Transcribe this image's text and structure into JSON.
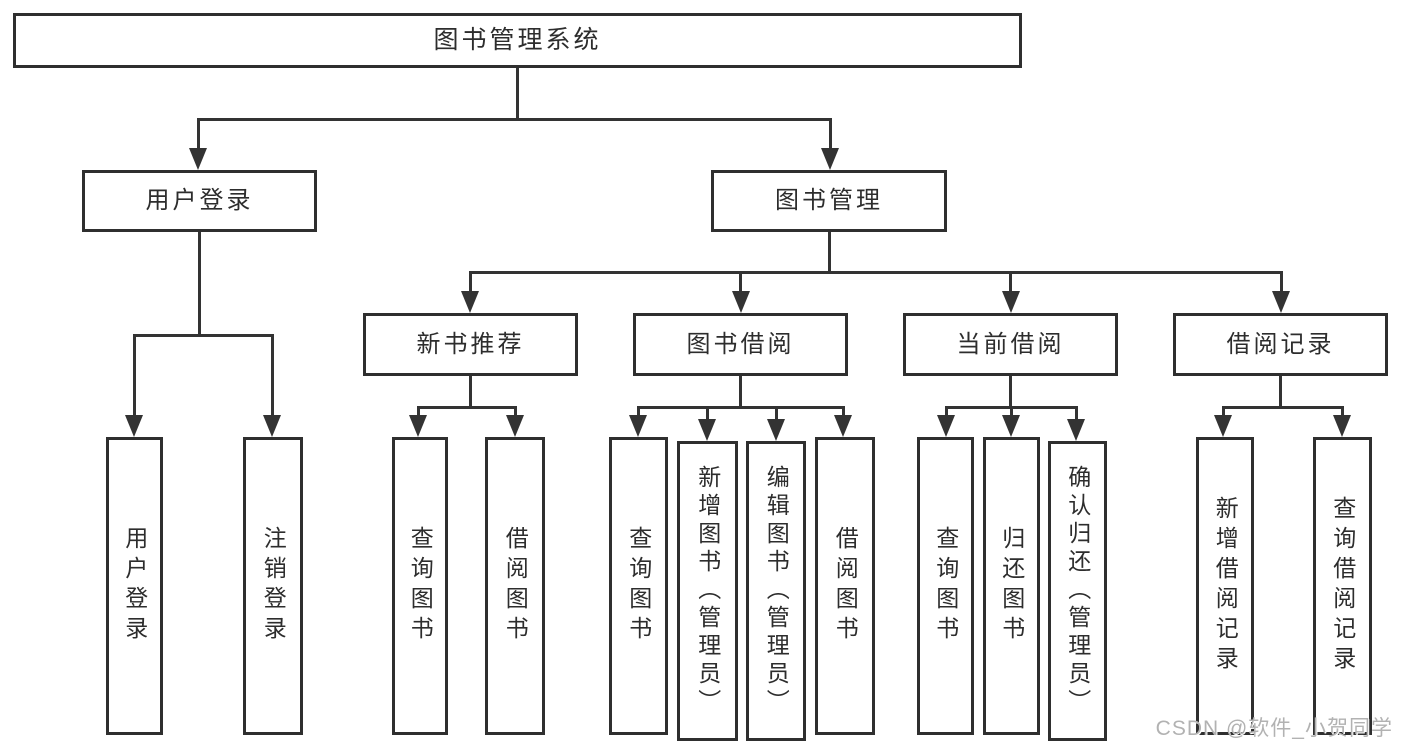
{
  "diagram": {
    "root": {
      "label": "图书管理系统"
    },
    "level2": [
      {
        "label": "用户登录"
      },
      {
        "label": "图书管理"
      }
    ],
    "level3": [
      {
        "label": "新书推荐"
      },
      {
        "label": "图书借阅"
      },
      {
        "label": "当前借阅"
      },
      {
        "label": "借阅记录"
      }
    ],
    "leaves": {
      "user_login": [
        {
          "label": "用户登录"
        },
        {
          "label": "注销登录"
        }
      ],
      "new_book_recommend": [
        {
          "label": "查询图书"
        },
        {
          "label": "借阅图书"
        }
      ],
      "book_borrow": [
        {
          "label": "查询图书"
        },
        {
          "label": "新增图书（管理员）"
        },
        {
          "label": "编辑图书（管理员）"
        },
        {
          "label": "借阅图书"
        }
      ],
      "current_borrow": [
        {
          "label": "查询图书"
        },
        {
          "label": "归还图书"
        },
        {
          "label": "确认归还（管理员）"
        }
      ],
      "borrow_record": [
        {
          "label": "新增借阅记录"
        },
        {
          "label": "查询借阅记录"
        }
      ]
    },
    "watermark": "CSDN @软件_小贺同学",
    "colors": {
      "line": "#333333",
      "box_border": "#2f2f2f",
      "text": "#2d2d2d",
      "watermark": "#b2b2b2",
      "background": "#ffffff"
    }
  }
}
